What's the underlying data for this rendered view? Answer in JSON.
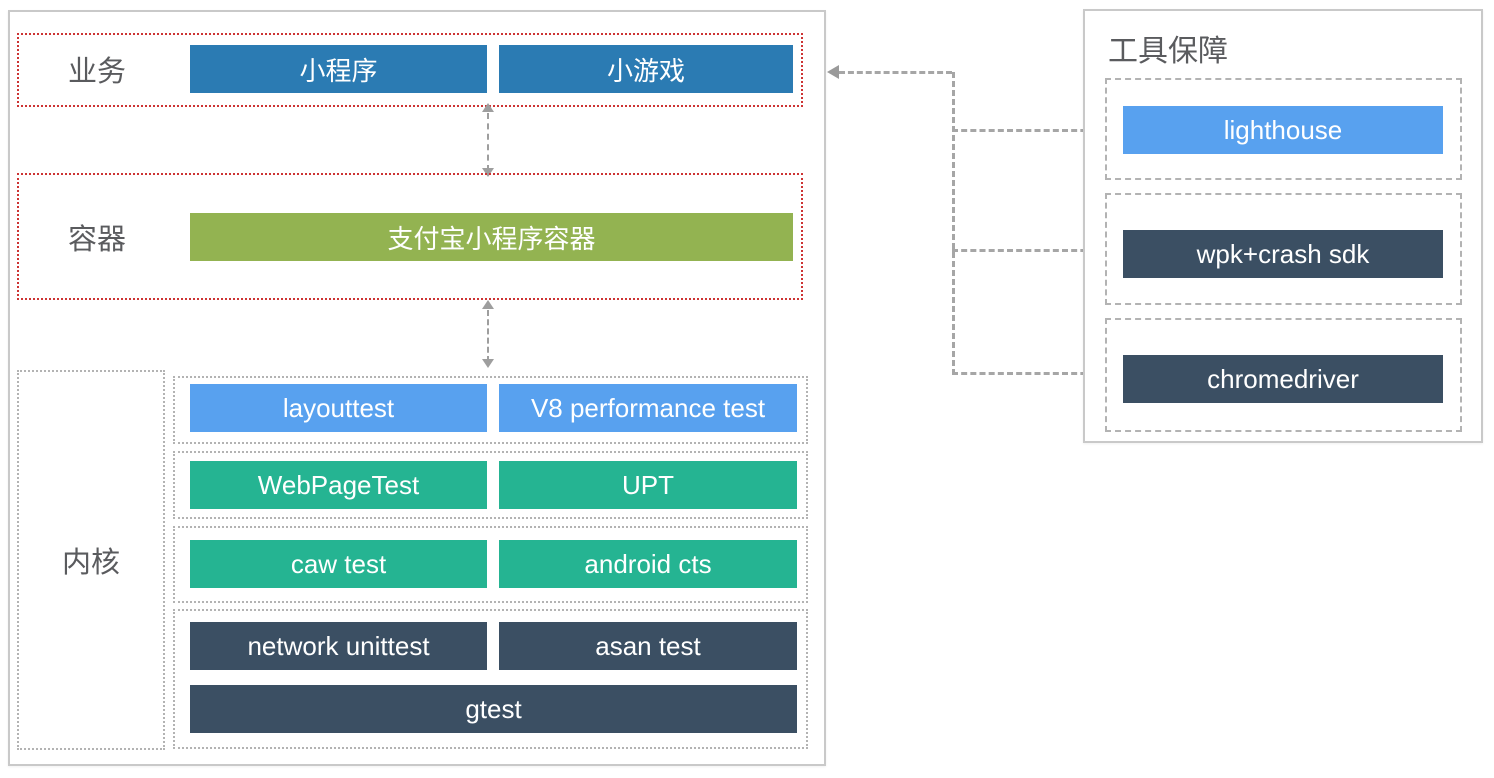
{
  "colors": {
    "steel_blue": "#2b7bb3",
    "olive_green": "#93b351",
    "light_blue": "#58a1ef",
    "teal": "#25b492",
    "dark_slate": "#3b4f63",
    "red_dotted_border": "#cd3434",
    "gray_dotted_border": "#b3b3b3",
    "connector_gray": "#a6a6a6",
    "label_gray": "#5a5b5e"
  },
  "main": {
    "business": {
      "label": "业务",
      "bars": [
        {
          "label": "小程序"
        },
        {
          "label": "小游戏"
        }
      ]
    },
    "container": {
      "label": "容器",
      "bar": {
        "label": "支付宝小程序容器"
      }
    },
    "kernel": {
      "label": "内核",
      "row1": {
        "bars": [
          {
            "label": "layouttest"
          },
          {
            "label": "V8 performance test"
          }
        ]
      },
      "row2": {
        "bars": [
          {
            "label": "WebPageTest"
          },
          {
            "label": "UPT"
          }
        ]
      },
      "row3": {
        "bars": [
          {
            "label": "caw test"
          },
          {
            "label": "android cts"
          }
        ]
      },
      "row4": {
        "bars": [
          {
            "label": "network unittest"
          },
          {
            "label": "asan test"
          }
        ],
        "full_bar": {
          "label": "gtest"
        }
      }
    }
  },
  "tools": {
    "title": "工具保障",
    "items": [
      {
        "label": "lighthouse"
      },
      {
        "label": "wpk+crash sdk"
      },
      {
        "label": "chromedriver"
      }
    ]
  }
}
